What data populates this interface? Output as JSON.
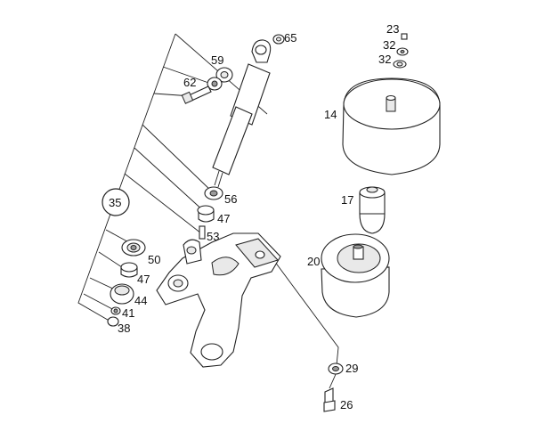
{
  "diagram": {
    "callouts": {
      "p65": "65",
      "p59": "59",
      "p62": "62",
      "p56": "56",
      "p47a": "47",
      "p53": "53",
      "p35": "35",
      "p50": "50",
      "p47b": "47",
      "p44": "44",
      "p41": "41",
      "p38": "38",
      "p23": "23",
      "p32a": "32",
      "p32b": "32",
      "p14": "14",
      "p17": "17",
      "p20": "20",
      "p29": "29",
      "p26": "26"
    }
  }
}
